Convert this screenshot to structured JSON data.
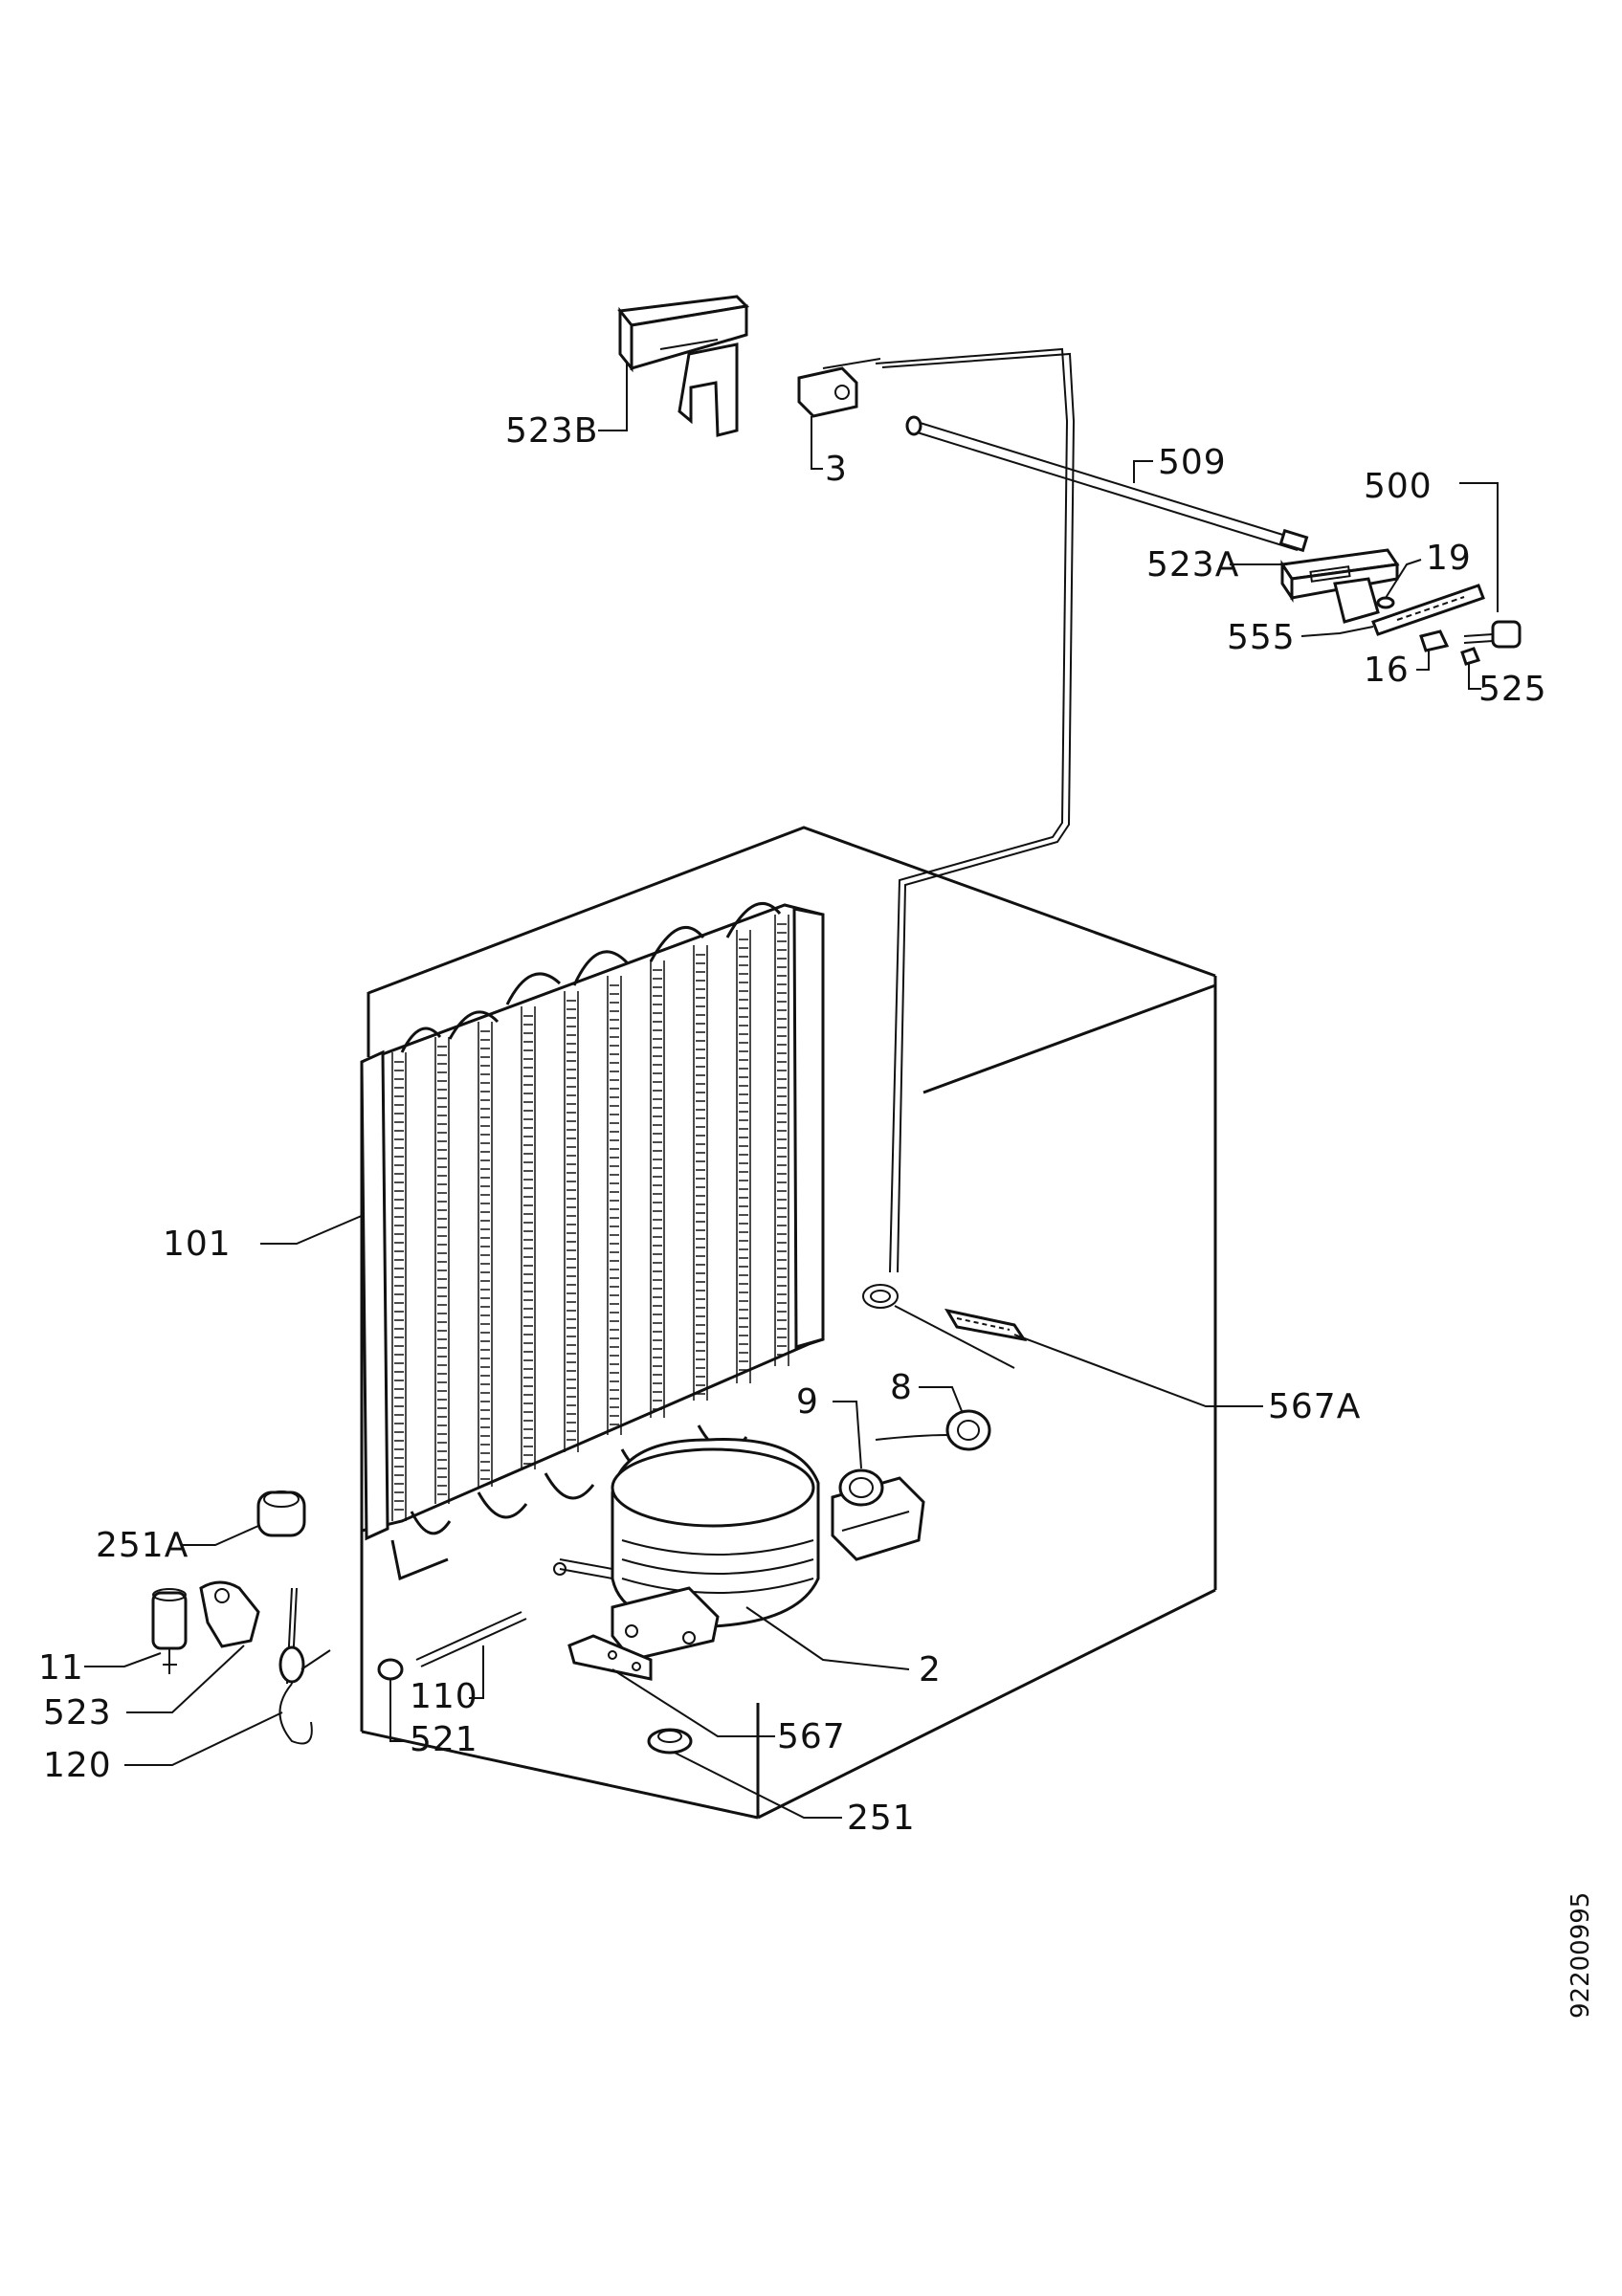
{
  "labels": {
    "l523b": "523B",
    "l3": "3",
    "l509": "509",
    "l500": "500",
    "l523a": "523A",
    "l19": "19",
    "l555": "555",
    "l16": "16",
    "l525": "525",
    "l101": "101",
    "l9": "9",
    "l8": "8",
    "l567a": "567A",
    "l251a": "251A",
    "l11": "11",
    "l2": "2",
    "l523": "523",
    "l110": "110",
    "l567": "567",
    "l120": "120",
    "l521": "521",
    "l251": "251"
  },
  "reference_number": "92200995"
}
